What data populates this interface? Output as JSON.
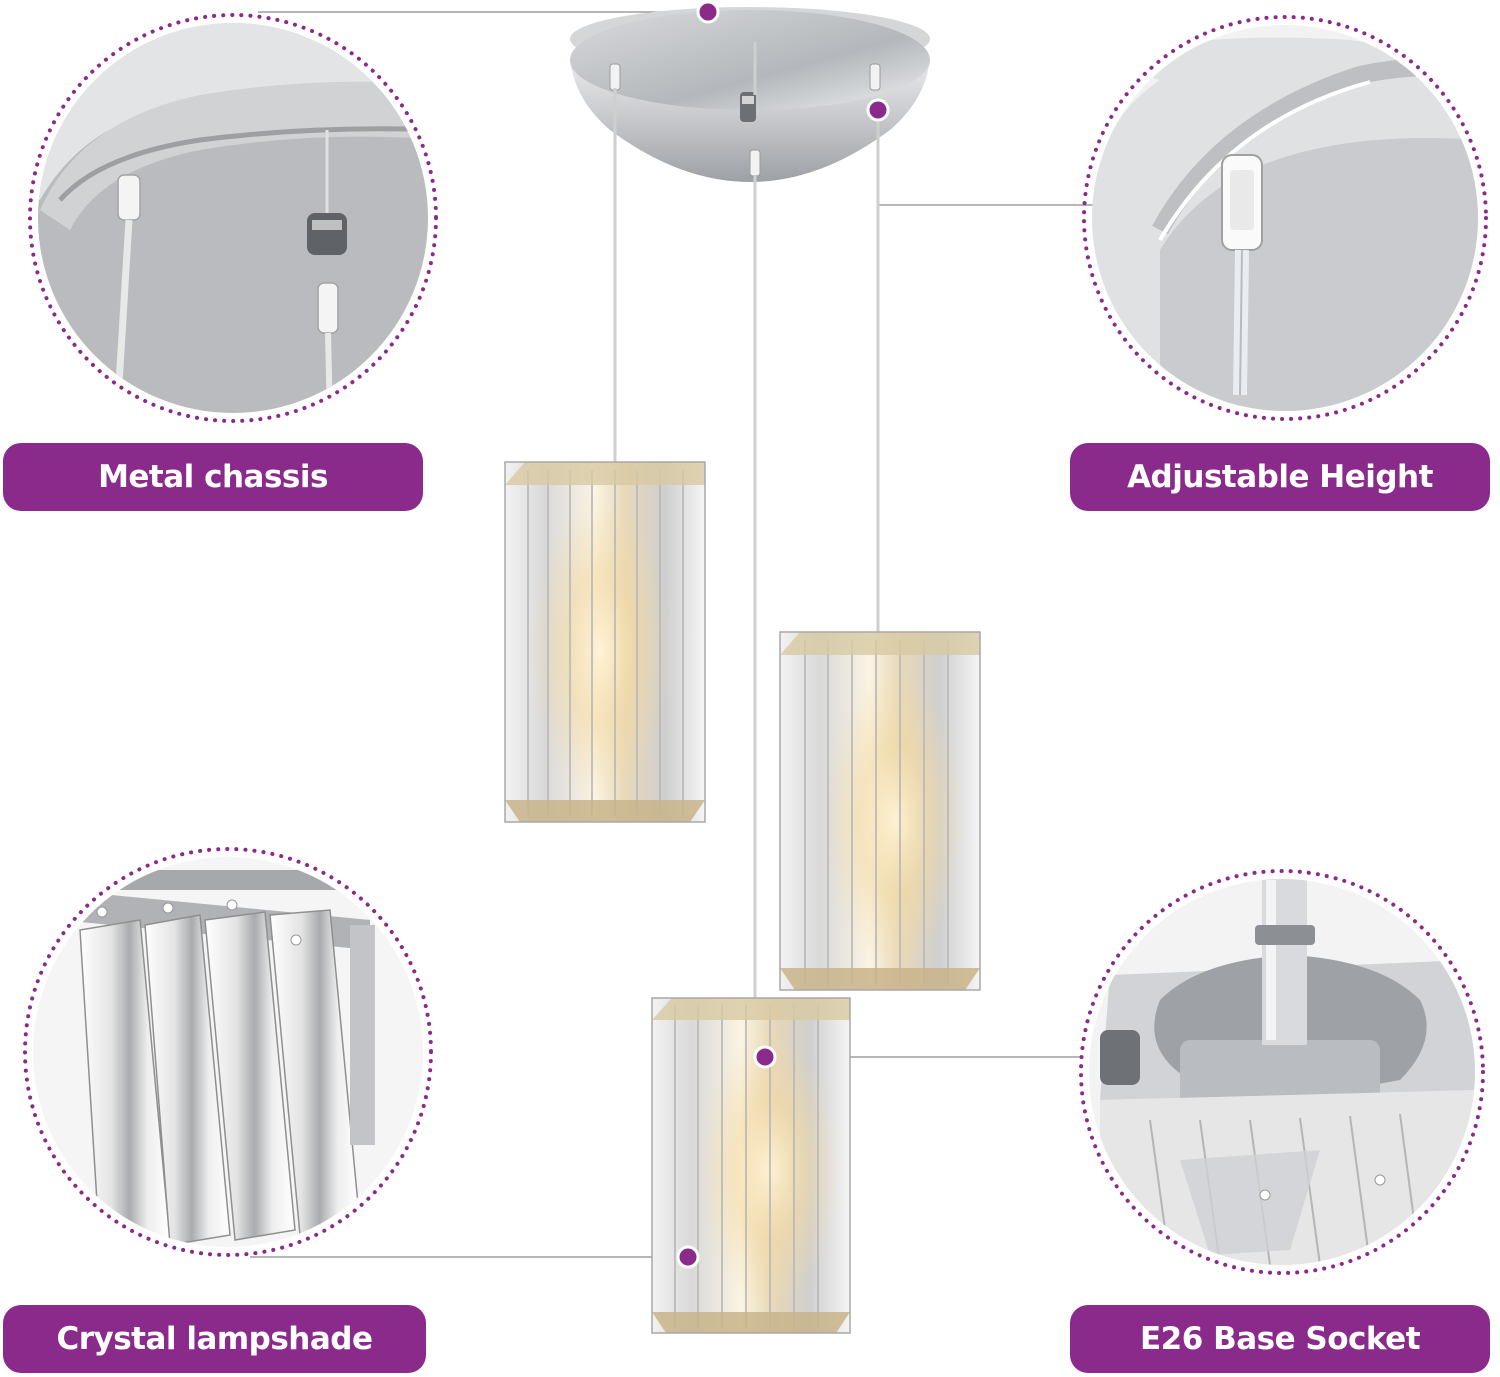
{
  "labels": {
    "metal_chassis": "Metal chassis",
    "adjustable_height": "Adjustable Height",
    "crystal_lampshade": "Crystal lampshade",
    "e26_base_socket": "E26 Base Socket"
  },
  "colors": {
    "accent": "#8a2b8c",
    "dotted_ring": "#8a2b8c",
    "metal": "#c7c9cc",
    "warm_light": "#f3d9a0"
  }
}
